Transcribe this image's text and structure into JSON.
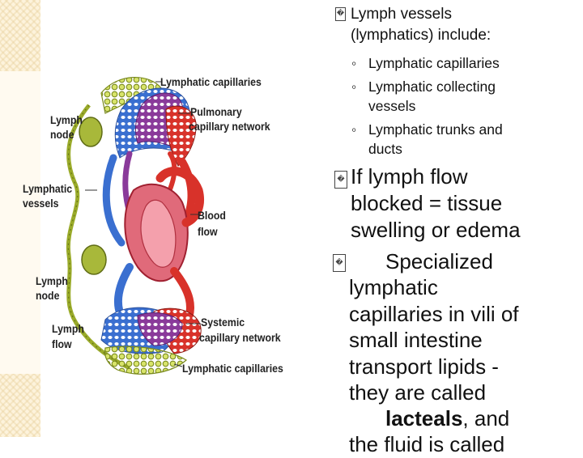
{
  "slide": {
    "diagram": {
      "labels": {
        "lymphatic_capillaries_top": "Lymphatic capillaries",
        "pulmonary_1": "Pulmonary",
        "pulmonary_2": "capillary network",
        "lymph_node_1a": "Lymph",
        "lymph_node_1b": "node",
        "lymphatic_vessels_a": "Lymphatic",
        "lymphatic_vessels_b": "vessels",
        "blood_flow_a": "Blood",
        "blood_flow_b": "flow",
        "lymph_node_2a": "Lymph",
        "lymph_node_2b": "node",
        "systemic_1": "Systemic",
        "systemic_2": "capillary network",
        "lymph_flow_a": "Lymph",
        "lymph_flow_b": "flow",
        "lymphatic_capillaries_bottom": "Lymphatic capillaries"
      },
      "colors": {
        "lymph_green": "#b7c93a",
        "lymph_dark": "#7a8a1e",
        "vein_blue": "#3a6fd0",
        "artery_red": "#d8322a",
        "pulmonary_purple": "#8a3a9a",
        "heart_pink": "#e06a7a"
      }
    },
    "text": {
      "bullet1_marker": "�",
      "bullet1_line1": "Lymph vessels",
      "bullet1_line2": "(lymphatics) include:",
      "sub_marker": "◦",
      "sub1": "Lymphatic capillaries",
      "sub2_line1": "Lymphatic collecting",
      "sub2_line2": "vessels",
      "sub3_line1": "Lymphatic trunks and",
      "sub3_line2": "ducts",
      "bullet2_marker": "�",
      "bullet2_line1": "If lymph flow",
      "bullet2_line2": "blocked = tissue",
      "bullet2_line3": "swelling or edema",
      "bullet3_marker": "�",
      "bullet3_line1": "Specialized",
      "bullet3_line2": "lymphatic",
      "bullet3_line3": "capillaries in vili of",
      "bullet3_line4": "small intestine",
      "bullet3_line5": "transport lipids -",
      "bullet3_line6": "they are called",
      "bullet3_line7_bold": "lacteals",
      "bullet3_line7_rest": ", and",
      "bullet3_line8": "the fluid is called"
    }
  }
}
